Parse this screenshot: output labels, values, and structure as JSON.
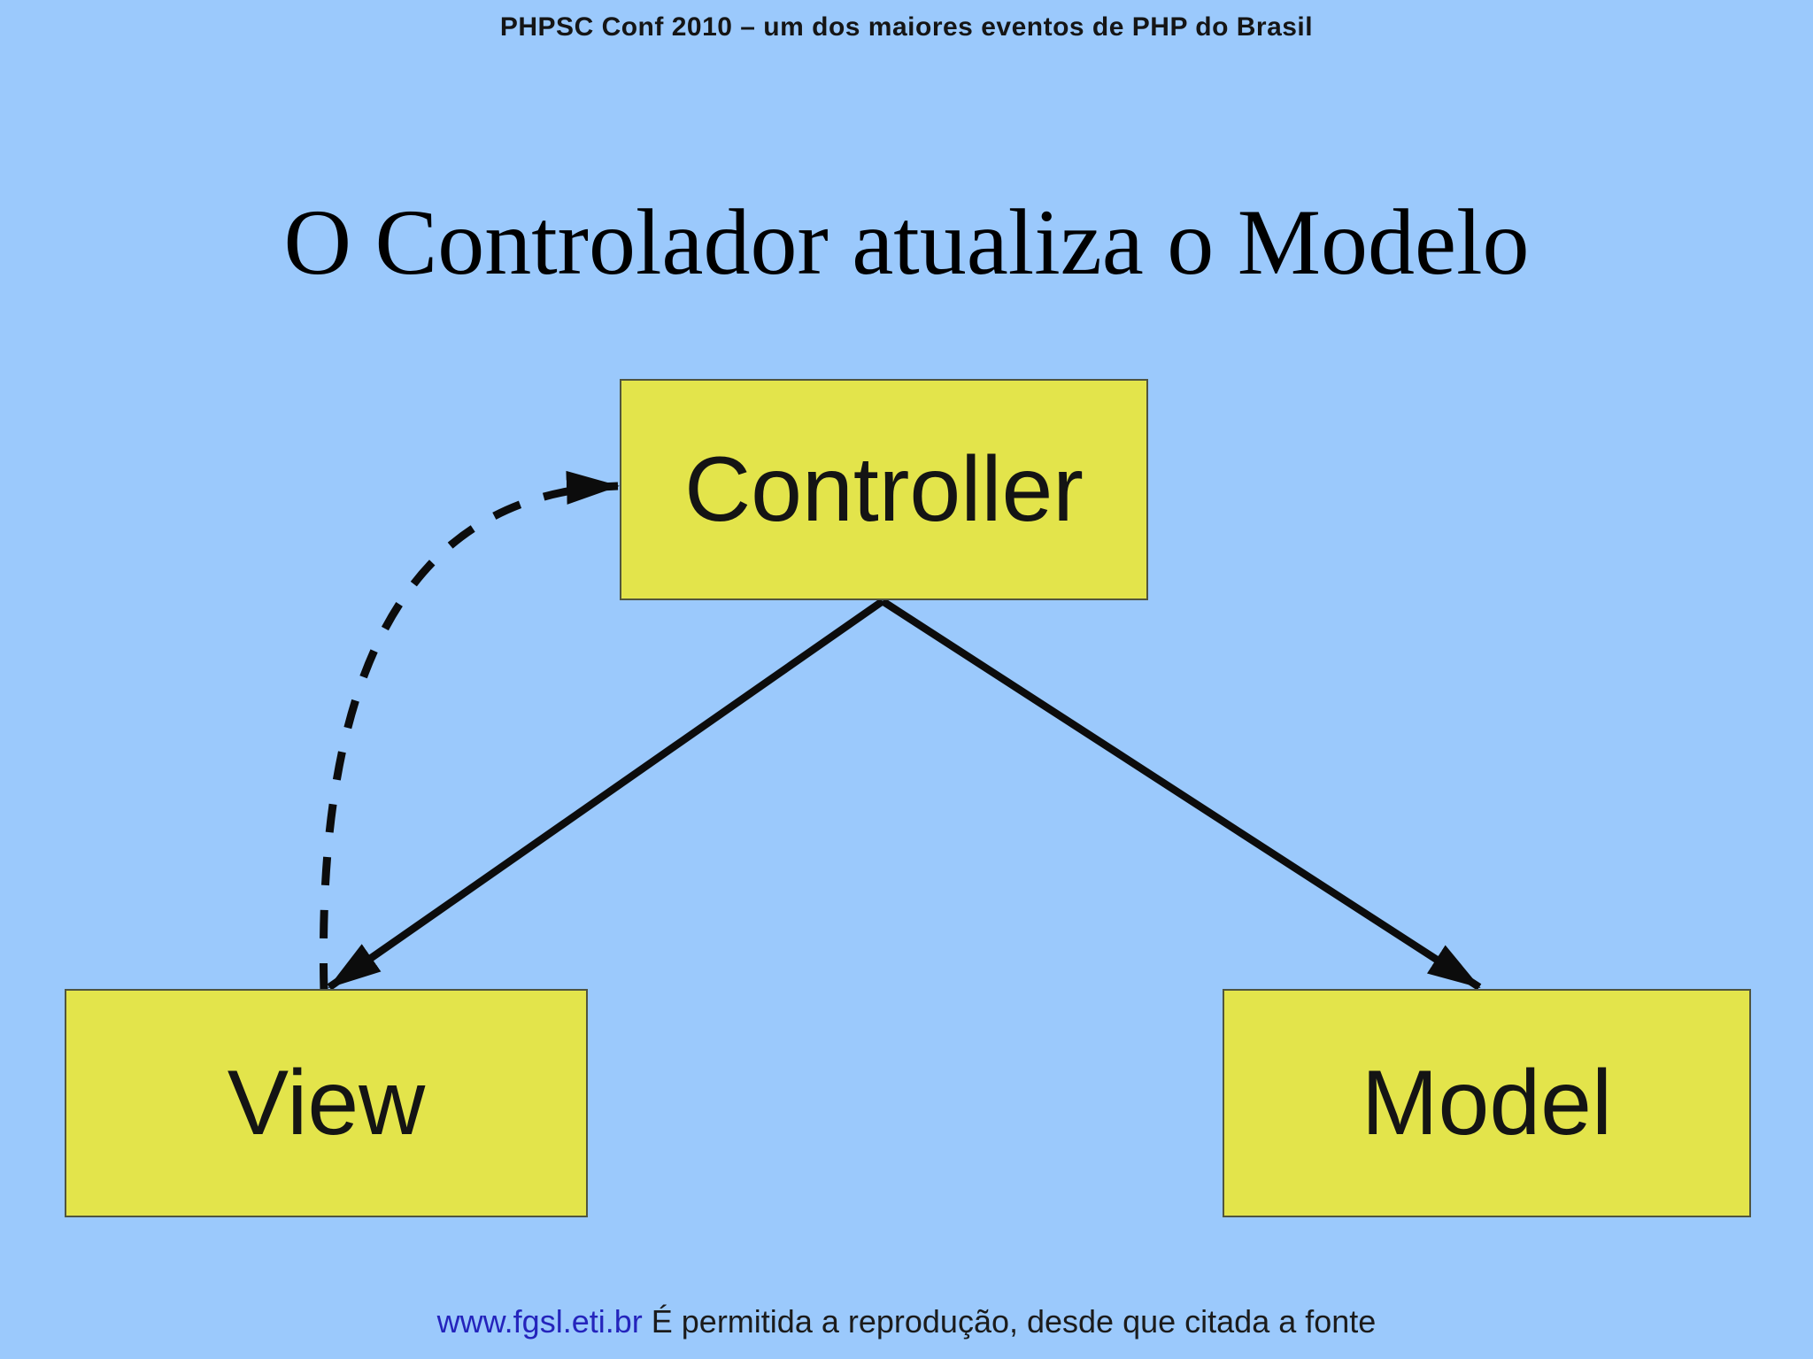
{
  "header": {
    "note": "PHPSC Conf 2010 – um dos maiores eventos de PHP do Brasil"
  },
  "title": "O Controlador atualiza o Modelo",
  "diagram": {
    "nodes": {
      "controller": {
        "label": "Controller"
      },
      "view": {
        "label": "View"
      },
      "model": {
        "label": "Model"
      }
    },
    "edges": [
      {
        "from": "Controller",
        "to": "View",
        "style": "solid-arrow"
      },
      {
        "from": "Controller",
        "to": "Model",
        "style": "solid-arrow"
      },
      {
        "from": "View",
        "to": "Controller",
        "style": "dashed-curved-arrow"
      }
    ],
    "colors": {
      "background": "#9bc9fc",
      "node_fill": "#e3e44b",
      "node_border": "#50553f",
      "arrow": "#0c0c0c"
    }
  },
  "footer": {
    "link": "www.fgsl.eti.br",
    "text": "É permitida a reprodução, desde que citada a fonte",
    "link_color": "#2424bc"
  }
}
